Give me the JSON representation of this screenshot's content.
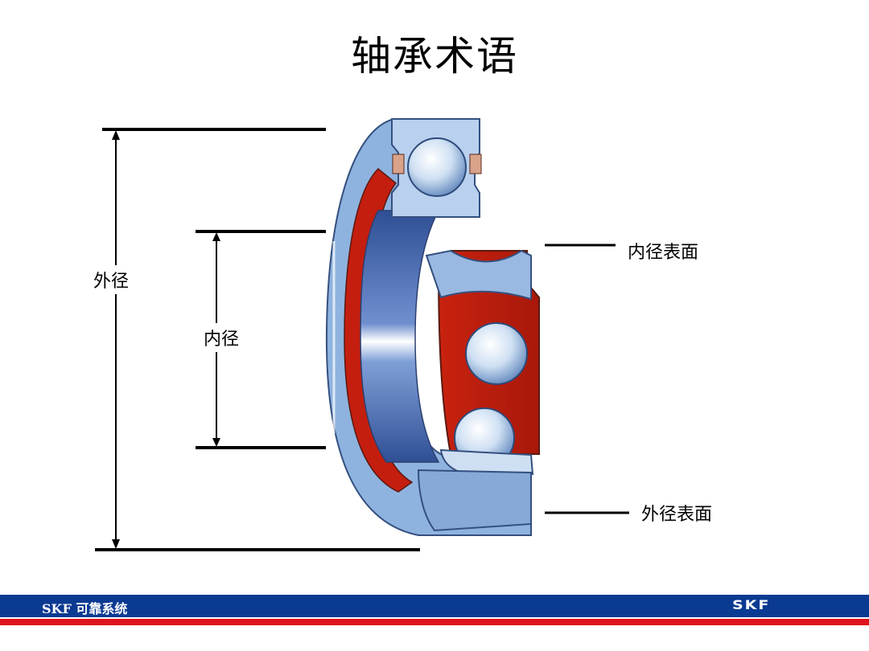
{
  "title": "轴承术语",
  "labels": {
    "outer_diameter": "外径",
    "inner_diameter": "内径",
    "bore_surface": "内径表面",
    "outer_surface": "外径表面"
  },
  "footer": {
    "text": "SKF 可靠系统",
    "logo": "SKF"
  },
  "colors": {
    "footer_blue": "#0b3a92",
    "footer_red": "#e0141c",
    "ring_blue": "#8fb3df",
    "cage_red": "#c41e0f"
  }
}
